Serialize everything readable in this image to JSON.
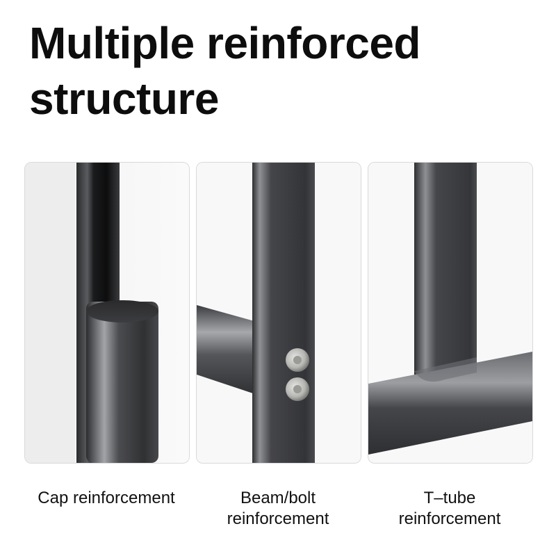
{
  "headline": "Multiple reinforced\nstructure",
  "panels": [
    {
      "caption": "Cap reinforcement",
      "icon": "cap-joint-photo"
    },
    {
      "caption": "Beam/bolt\nreinforcement",
      "icon": "bolted-beam-photo"
    },
    {
      "caption": "T–tube\nreinforcement",
      "icon": "t-joint-photo"
    }
  ],
  "colors": {
    "background": "#ffffff",
    "text": "#111111",
    "panel_border": "#d9d9d9",
    "metal_dark": "#3a3b3d",
    "metal_highlight": "#9a9ca0",
    "bolt": "#c9c9c7"
  }
}
